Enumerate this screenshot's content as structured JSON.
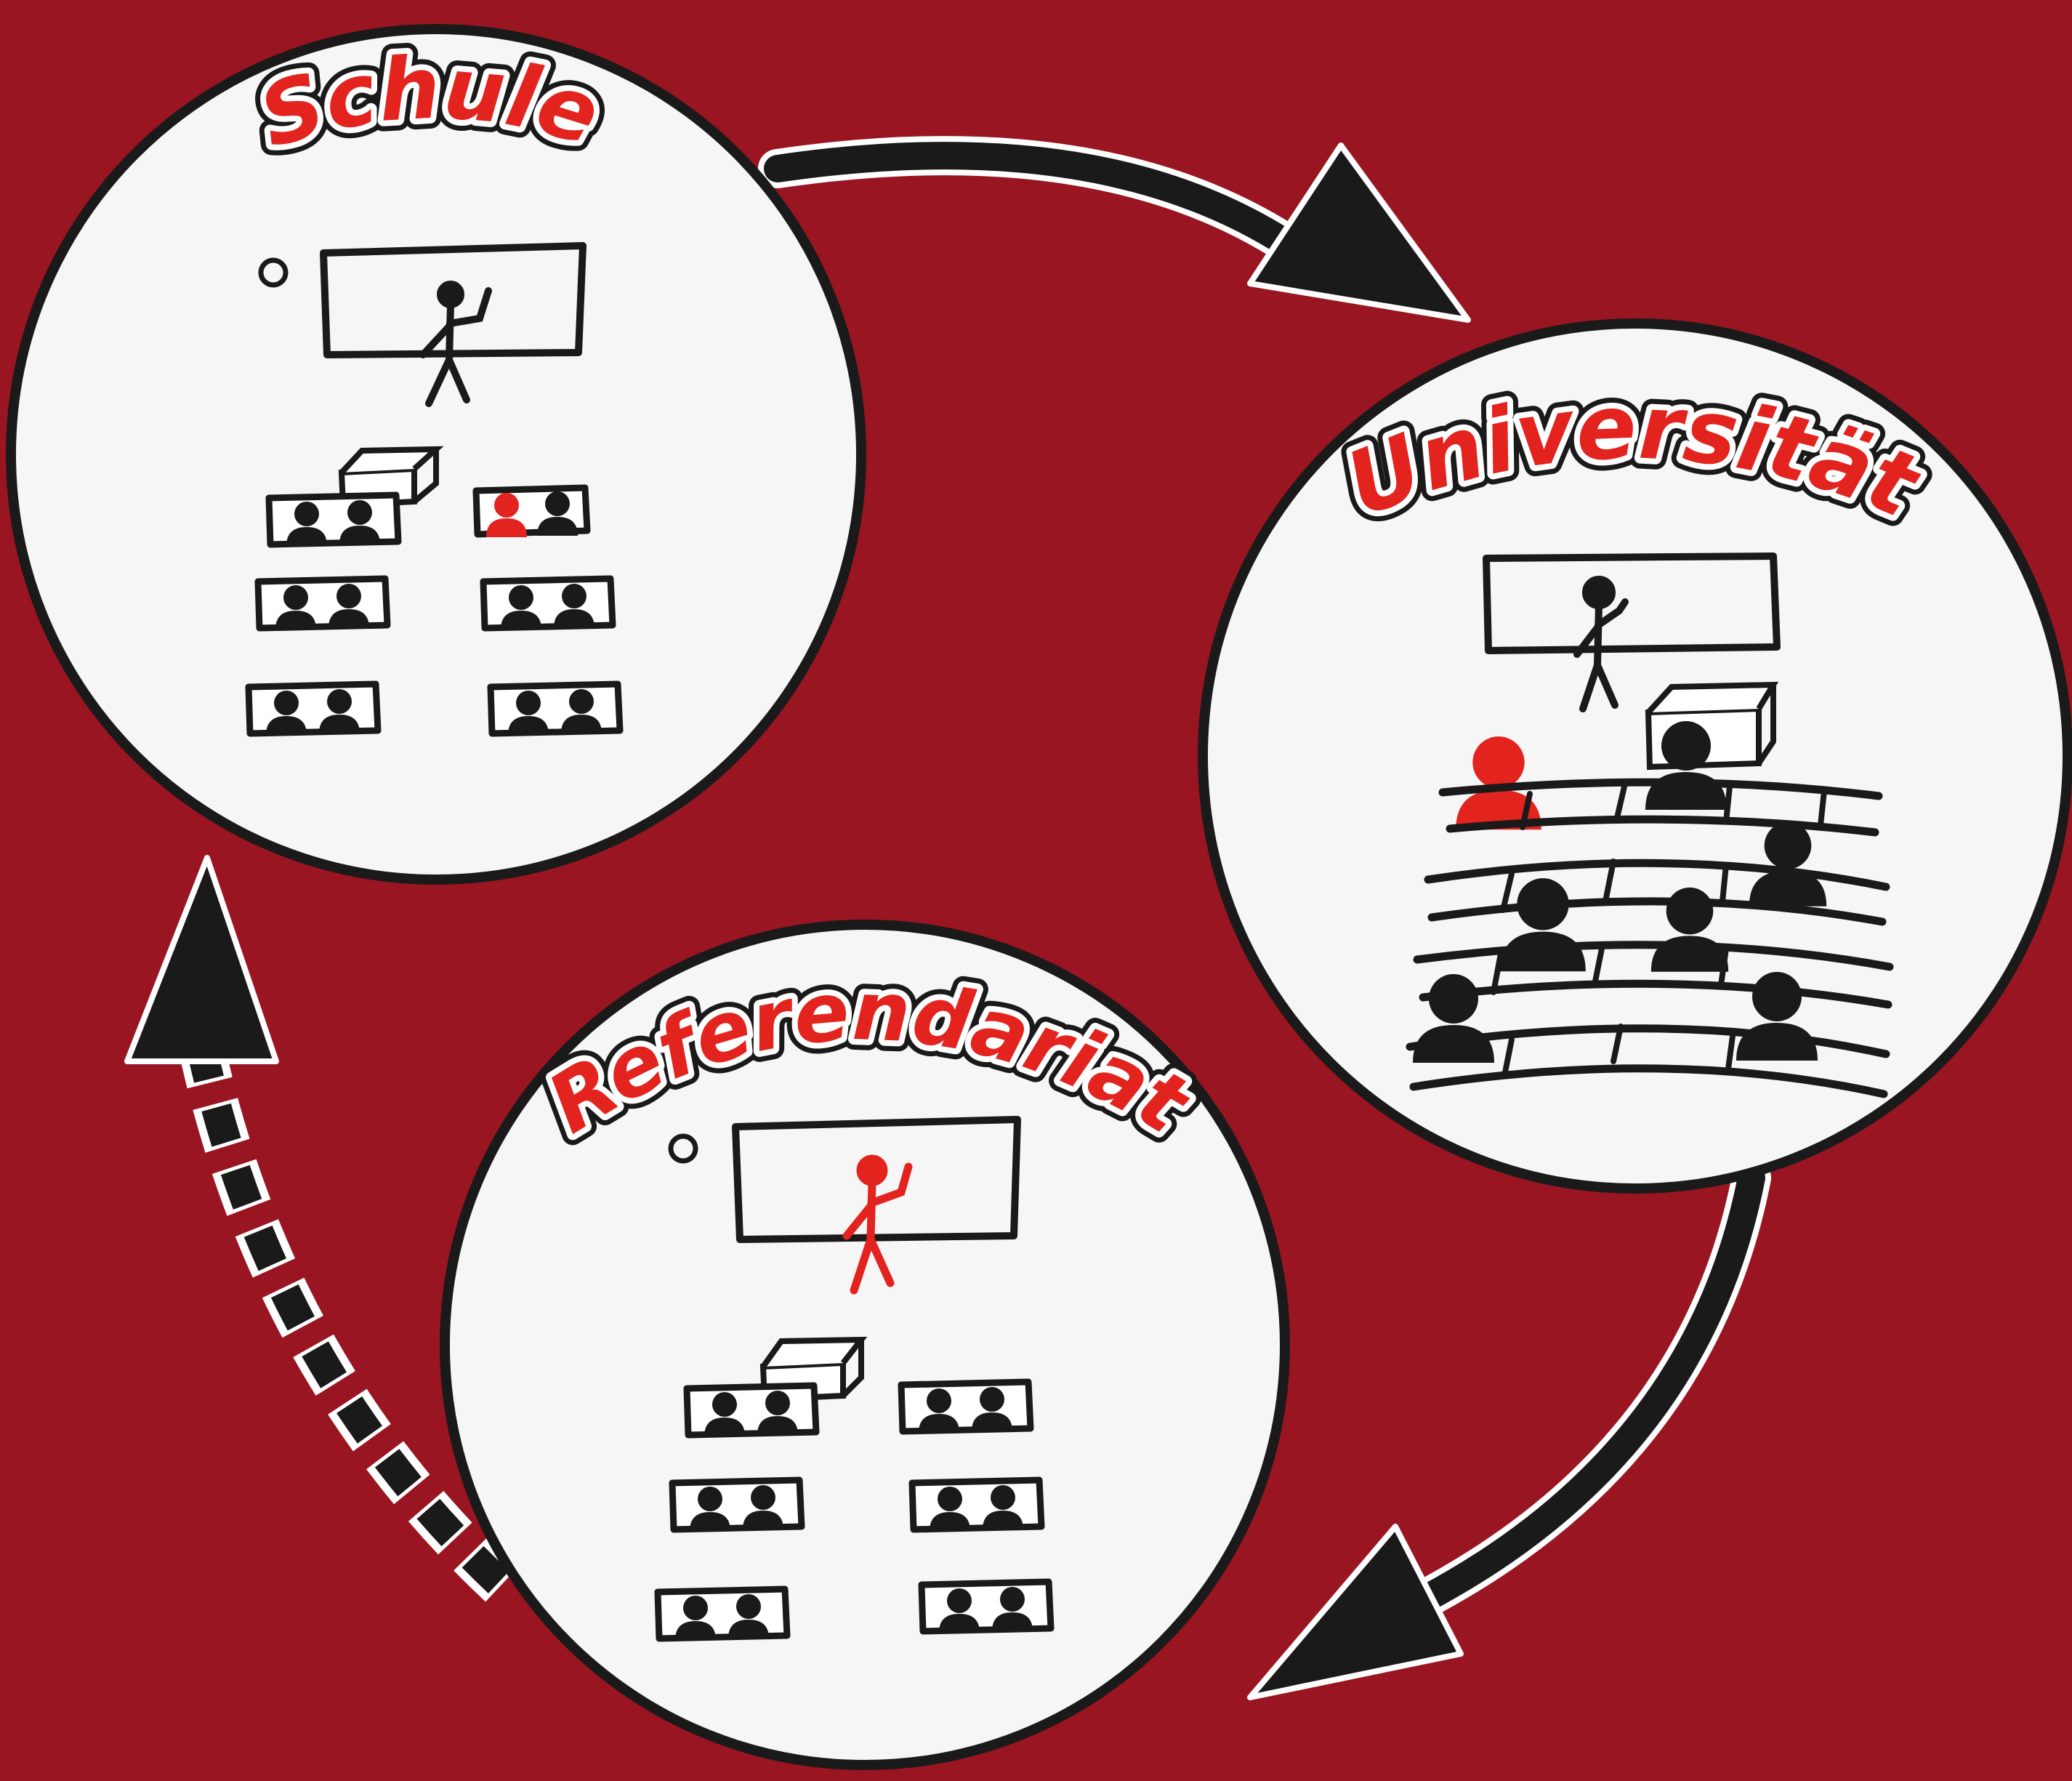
{
  "diagram": {
    "stages": [
      {
        "id": "schule",
        "label": "Schule"
      },
      {
        "id": "universitaet",
        "label": "Universität"
      },
      {
        "id": "referendariat",
        "label": "Referendariat"
      }
    ],
    "flow": [
      {
        "from": "schule",
        "to": "universitaet",
        "style": "solid"
      },
      {
        "from": "universitaet",
        "to": "referendariat",
        "style": "solid"
      },
      {
        "from": "referendariat",
        "to": "schule",
        "style": "dashed"
      }
    ]
  },
  "colors": {
    "background": "#9a1522",
    "circle_fill": "#f6f6f6",
    "ink": "#1a1a1a",
    "highlight": "#e3231e",
    "outline": "#ffffff"
  },
  "icons": [
    "classroom-icon",
    "lecture-hall-icon",
    "stick-figure-icon",
    "student-icon",
    "clock-icon",
    "teacher-desk-icon"
  ]
}
